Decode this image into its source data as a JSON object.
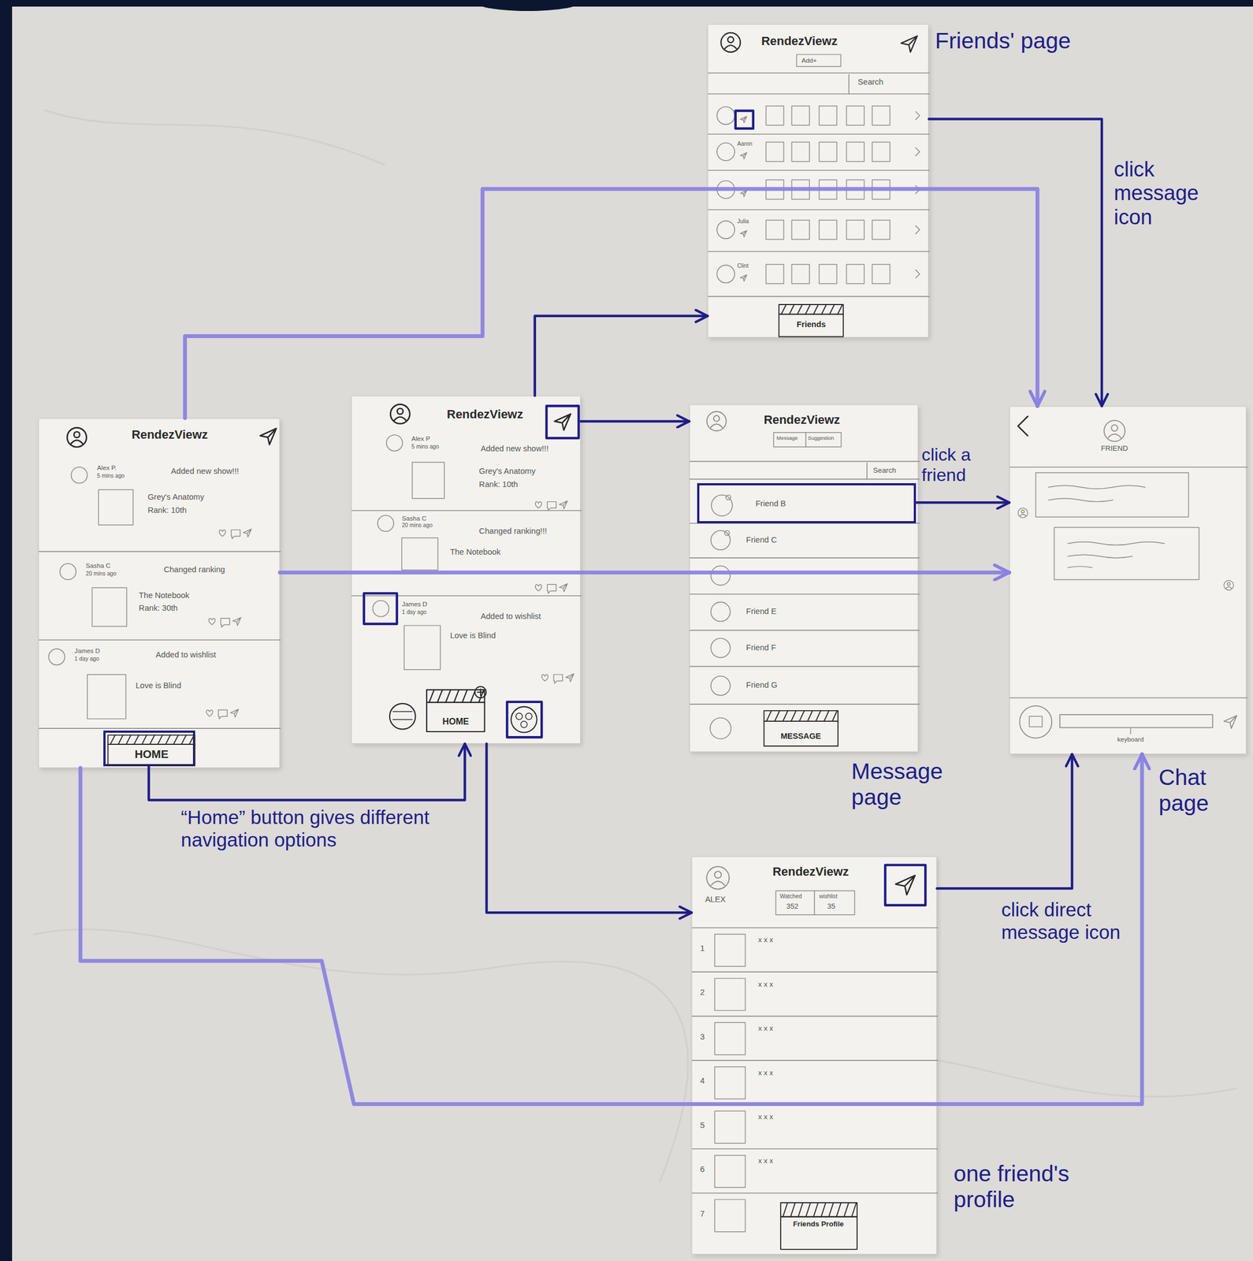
{
  "diagram": {
    "nodes": [
      {
        "text": [
          "Friends' page",
          "RendezViewz",
          "Add+",
          "Search",
          "Aaron",
          "Julia",
          "Clint",
          "Friends"
        ]
      },
      {
        "text": [
          "RendezViewz",
          "Alex P.",
          "5 mins ago",
          "Added new show!!!",
          "Grey's Anatomy",
          "Rank: 10th",
          "Sasha C",
          "20 mins ago",
          "Changed ranking",
          "The Notebook",
          "Rank: 30th",
          "James D",
          "1 day ago",
          "Added to wishlist",
          "Love is Blind"
        ]
      },
      {
        "text": [
          "HOME"
        ],
        "in": 1
      },
      {
        "text": [
          "RendezViewz",
          "Alex P",
          "5 mins ago",
          "Added new show!!!",
          "Grey's Anatomy",
          "Rank: 10th",
          "Sasha C",
          "20 mins ago",
          "Changed ranking!!!",
          "The Notebook",
          "James D",
          "1 day ago",
          "Added to wishlist",
          "Love is Blind",
          "HOME"
        ]
      },
      {
        "text": [
          "Message page",
          "RendezViewz",
          "Message",
          "Suggestion",
          "Search",
          "Friend C",
          "Friend E",
          "Friend F",
          "Friend G",
          "MESSAGE"
        ]
      },
      {
        "text": [
          "Friend B"
        ],
        "in": 4
      },
      {
        "text": [
          "Chat page",
          "FRIEND",
          "keyboard"
        ]
      },
      {
        "text": [
          "one friend's profile",
          "RendezViewz",
          "ALEX",
          "Watched",
          "352",
          "wishlist",
          "35",
          "1",
          "2",
          "3",
          "4",
          "5",
          "6",
          "7",
          "x x x",
          "x x x",
          "x x x",
          "x x x",
          "x x x",
          "x x x",
          "Friends Profile"
        ]
      }
    ],
    "edges": [
      {
        "from": 2,
        "to": 3,
        "arrow": "to",
        "label": "“Home” button gives different navigation options"
      },
      {
        "from": 3,
        "to": 4,
        "arrow": "to"
      },
      {
        "from": 3,
        "to": 0,
        "arrow": "to"
      },
      {
        "from": 3,
        "to": 7,
        "arrow": "to"
      },
      {
        "from": 0,
        "to": 6,
        "arrow": "to",
        "label": "click message icon"
      },
      {
        "from": 5,
        "to": 6,
        "arrow": "to",
        "label": "click a friend"
      },
      {
        "from": 7,
        "to": 6,
        "arrow": "to",
        "label": "click direct message icon"
      },
      {
        "from": 1,
        "to": 6,
        "arrow": "to"
      },
      {
        "from": 1,
        "to": 6,
        "arrow": "to"
      },
      {
        "from": 1,
        "to": 6,
        "arrow": "to"
      }
    ]
  }
}
